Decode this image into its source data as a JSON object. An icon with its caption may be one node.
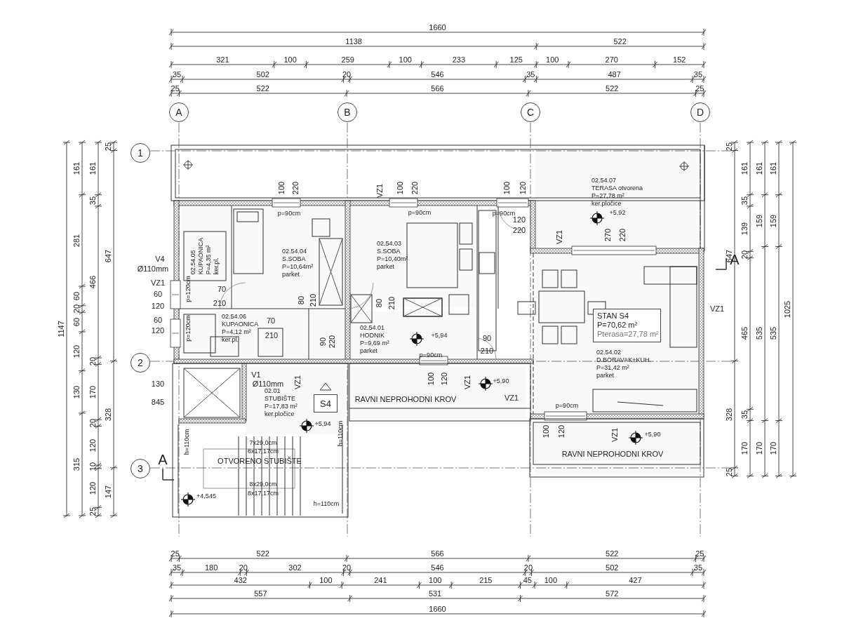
{
  "diagram": {
    "nodes": [
      {
        "text": [
          "A"
        ]
      },
      {
        "text": [
          "B"
        ]
      },
      {
        "text": [
          "C"
        ]
      },
      {
        "text": [
          "D"
        ]
      },
      {
        "text": [
          "1"
        ]
      },
      {
        "text": [
          "2"
        ]
      },
      {
        "text": [
          "3"
        ]
      },
      {
        "text": [
          "02.54.07",
          "TERASA otvorena",
          "P=27,78 m²",
          "ker.pločice"
        ]
      },
      {
        "text": [
          "02.54.05",
          "KUPAONICA",
          "P=4,35 m²",
          "ker.pl."
        ]
      },
      {
        "text": [
          "02.54.04",
          "S.SOBA",
          "P=10,64m²",
          "parket"
        ]
      },
      {
        "text": [
          "02.54.06",
          "KUPAONICA",
          "P=4,12 m²",
          "ker.pl."
        ]
      },
      {
        "text": [
          "02.54.03",
          "S.SOBA",
          "P=10,40m²",
          "parket"
        ]
      },
      {
        "text": [
          "02.54.01",
          "HODNIK",
          "P=9,69 m²",
          "parket"
        ]
      },
      {
        "text": [
          "02.54.02",
          "D.BORAVAK+KUH.",
          "P=31,42 m²",
          "parket"
        ]
      },
      {
        "text": [
          "STAN S4",
          "P=70,62 m²",
          "Pterasa=27,78 m²"
        ],
        "in": 13
      },
      {
        "text": [
          "02.01",
          "STUBIŠTE",
          "P=17,83 m²",
          "ker.pločice"
        ]
      },
      {
        "text": [
          "S4"
        ],
        "in": 15
      },
      {
        "text": [
          "RAVNI NEPROHODNI KROV"
        ]
      },
      {
        "text": [
          "RAVNI NEPROHODNI KROV"
        ]
      }
    ],
    "labels": [
      "1660",
      "1138",
      "522",
      "321",
      "100",
      "259",
      "100",
      "233",
      "125",
      "100",
      "270",
      "152",
      "35",
      "502",
      "20",
      "546",
      "35",
      "487",
      "35",
      "25",
      "522",
      "566",
      "522",
      "25",
      "1147",
      "161",
      "281",
      "60",
      "20",
      "60",
      "120",
      "130",
      "315",
      "161",
      "35",
      "466",
      "20",
      "170",
      "20",
      "120",
      "10",
      "120",
      "25",
      "25",
      "647",
      "328",
      "147",
      "25",
      "647",
      "328",
      "25",
      "161",
      "35",
      "139",
      "20",
      "465",
      "35",
      "170",
      "161",
      "159",
      "535",
      "170",
      "161",
      "159",
      "535",
      "170",
      "1025",
      "V4",
      "Ø110mm",
      "VZ1",
      "60",
      "120",
      "60",
      "120",
      "p=120cm",
      "p=120cm",
      "100",
      "220",
      "p=90cm",
      "70",
      "210",
      "80",
      "210",
      "70",
      "210",
      "90",
      "220",
      "VZ1",
      "100",
      "220",
      "p=90cm",
      "80",
      "210",
      "100",
      "120",
      "p=90cm",
      "120",
      "220",
      "+5,92",
      "VZ1",
      "270",
      "220",
      "A",
      "VZ1",
      "+5,94",
      "p=90cm",
      "90",
      "210",
      "V1",
      "Ø110mm",
      "VZ1",
      "130",
      "845",
      "100",
      "120",
      "VZ1",
      "+5,90",
      "VZ1",
      "+5,94",
      "p=90cm",
      "100",
      "120",
      "VZ1",
      "+5,90",
      "h=110cm",
      "h=110cm",
      "7x29,0cm",
      "8x17,17cm",
      "A",
      "OTVORENO STUBIŠTE",
      "8x29,0cm",
      "8x17,17cm",
      "+4,545",
      "h=110cm",
      "25",
      "522",
      "566",
      "522",
      "25",
      "35",
      "180",
      "20",
      "302",
      "20",
      "546",
      "20",
      "502",
      "35",
      "432",
      "100",
      "241",
      "100",
      "215",
      "45",
      "100",
      "427",
      "557",
      "531",
      "572",
      "1660"
    ]
  }
}
